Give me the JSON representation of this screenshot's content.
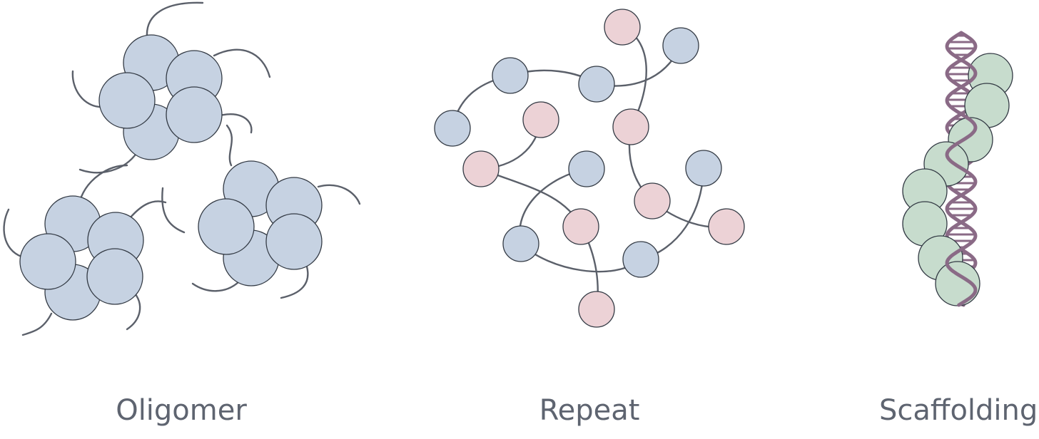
{
  "panels": [
    {
      "id": "oligomer",
      "label": "Oligomer"
    },
    {
      "id": "repeat",
      "label": "Repeat"
    },
    {
      "id": "scaffolding",
      "label": "Scaffolding"
    }
  ],
  "colors": {
    "blue_domain": "#c6d2e2",
    "pink_domain": "#ecd2d6",
    "green_domain": "#c7dccd",
    "outline": "#333a44",
    "linker": "#5b606a",
    "dna": "#8a6a86",
    "caption": "#5e6470"
  }
}
